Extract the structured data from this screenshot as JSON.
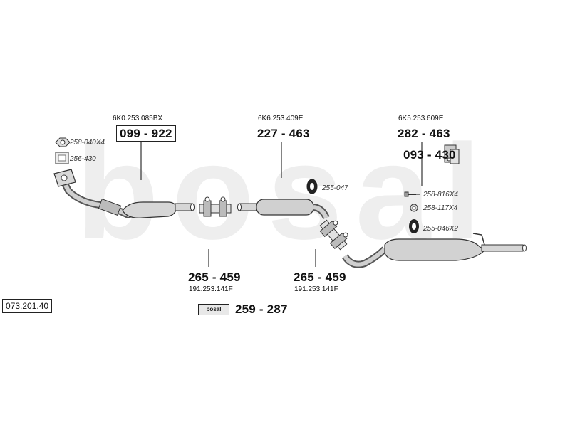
{
  "watermark": {
    "text": "bosal",
    "color": "#eeeeee"
  },
  "diagram_id": "073.201.40",
  "parts": [
    {
      "ref": "6K0.253.085BX",
      "number": "099 - 922",
      "boxed": true
    },
    {
      "ref": "6K6.253.409E",
      "number": "227 - 463"
    },
    {
      "ref": "6K5.253.609E",
      "number": "282 - 463"
    },
    {
      "number": "093 - 430"
    },
    {
      "number": "265 - 459",
      "ref": "191.253.141F"
    },
    {
      "number": "265 - 459",
      "ref": "191.253.141F"
    },
    {
      "number": "259 - 287",
      "tag": "bosal"
    }
  ],
  "accessories": [
    {
      "code": "258-040X4",
      "icon": "hex-nut-icon"
    },
    {
      "code": "256-430",
      "icon": "square-gasket-icon"
    },
    {
      "code": "255-047",
      "icon": "rubber-hanger-icon"
    },
    {
      "code": "258-816X4",
      "icon": "bolt-icon"
    },
    {
      "code": "258-117X4",
      "icon": "washer-icon"
    },
    {
      "code": "255-046X2",
      "icon": "rubber-hanger-icon"
    }
  ]
}
